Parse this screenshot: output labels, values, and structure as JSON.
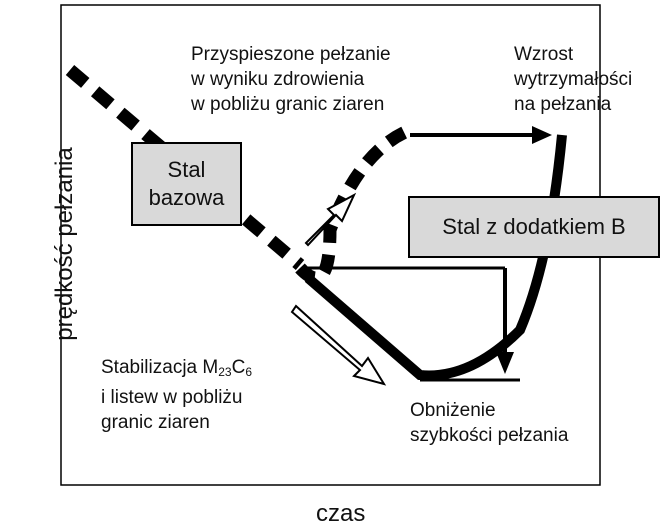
{
  "axes": {
    "x_label": "czas",
    "y_label": "prędkość pełzania"
  },
  "boxes": {
    "base_steel": "Stal\nbazowa",
    "boron_steel": "Stal z dodatkiem B"
  },
  "annotations": {
    "accelerated_creep": "Przyspieszone pełzanie\nw wyniku zdrowienia\nw pobliżu granic ziaren",
    "strength_increase": "Wzrost\nwytrzymałości\nna  pełzania",
    "stabilization_prefix": "Stabilizacja M",
    "stabilization_sub1": "23",
    "stabilization_mid": "C",
    "stabilization_sub2": "6",
    "stabilization_rest": "i listew w pobliżu\ngranic ziaren",
    "rate_reduction": "Obniżenie\nszybkości pełzania"
  }
}
